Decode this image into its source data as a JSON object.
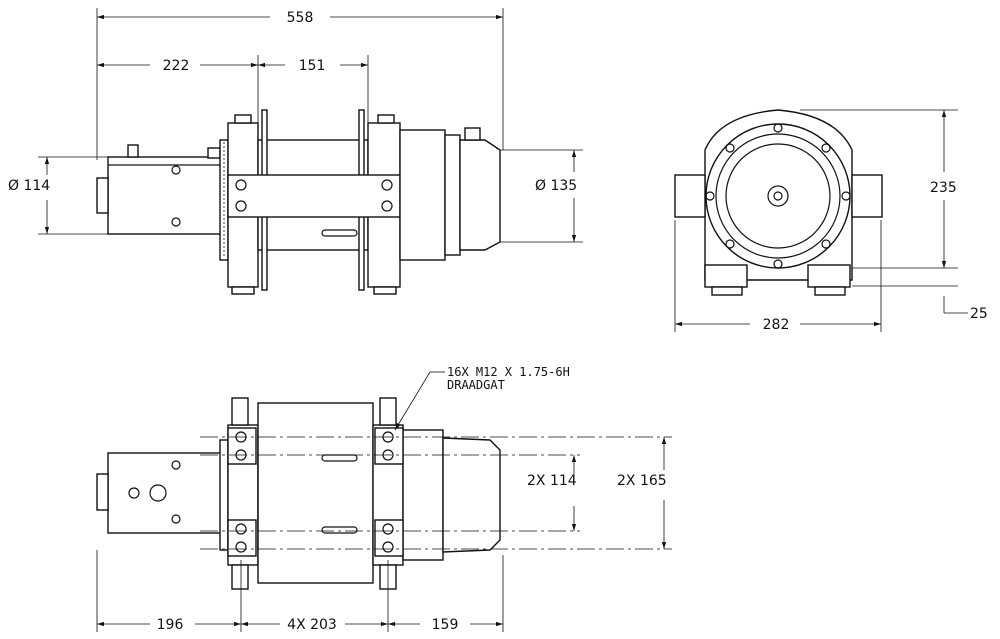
{
  "dimensions": {
    "overall_length": "558",
    "motor_to_drum": "222",
    "drum_width": "151",
    "motor_diameter": "Ø 114",
    "gearbox_diameter": "Ø 135",
    "end_height": "235",
    "end_width": "282",
    "foot_height": "25",
    "bolt_spacing_inner": "2X 114",
    "bolt_spacing_outer": "2X 165",
    "base_offset": "196",
    "base_pitch": "4X 203",
    "base_end": "159"
  },
  "notes": {
    "thread_spec": "16X M12 X 1.75-6H",
    "thread_label": "DRAADGAT"
  },
  "colors": {
    "line": "#111111",
    "background": "#ffffff"
  }
}
